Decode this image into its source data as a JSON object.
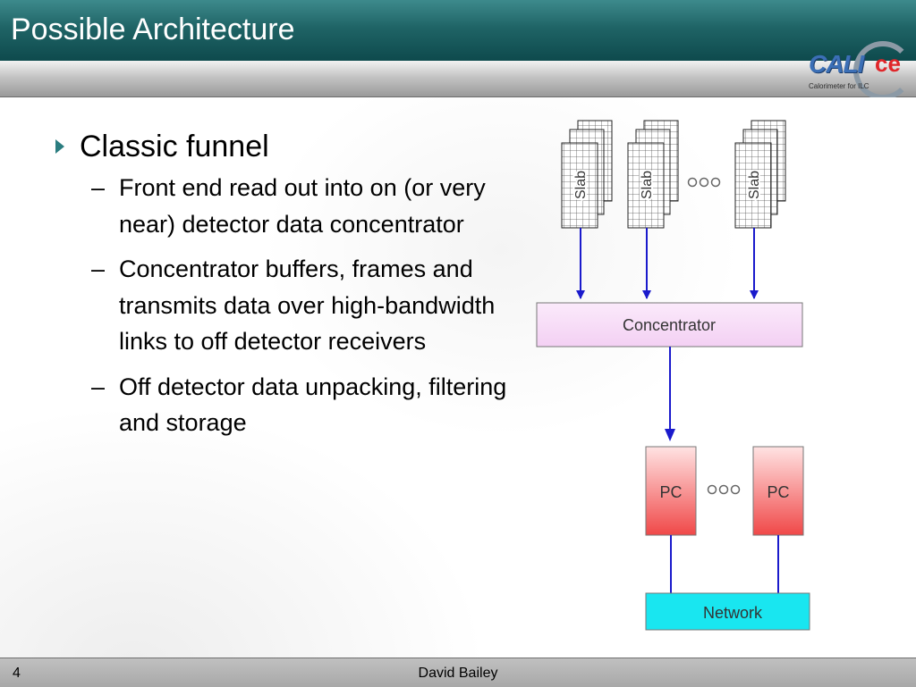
{
  "slide": {
    "title": "Possible Architecture",
    "page_number": "4",
    "author": "David Bailey"
  },
  "logo": {
    "cali_text": "CALI",
    "ce_text": "ce",
    "subtitle": "Calorimeter for ILC"
  },
  "bullets": {
    "main": "Classic funnel",
    "sub": [
      "Front end read out into on (or very near) detector data concentrator",
      "Concentrator buffers, frames and transmits data over high-bandwidth links to off detector receivers",
      "Off detector data unpacking, filtering and storage"
    ],
    "dash": "–"
  },
  "diagram": {
    "slab_label": "Slab",
    "concentrator_label": "Concentrator",
    "pc_label": "PC",
    "network_label": "Network",
    "colors": {
      "arrow": "#1a1acc",
      "concentrator_fill": "#f6d6f6",
      "pc_fill": "#f25555",
      "network_fill": "#19e6f0",
      "grid": "#555555"
    }
  }
}
